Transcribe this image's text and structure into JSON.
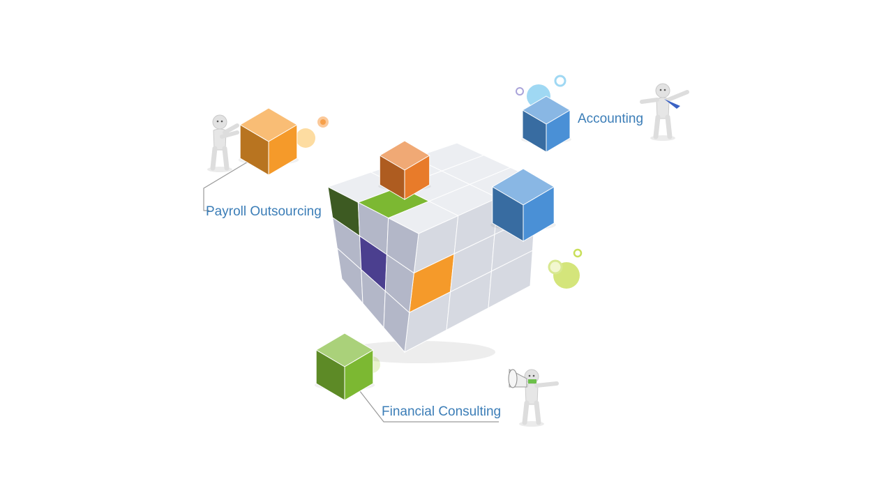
{
  "labels": {
    "payroll": "Payroll Outsourcing",
    "accounting": "Accounting",
    "financial": "Financial Consulting"
  },
  "colors": {
    "label": "#3b7db7",
    "orange": "#f59a2a",
    "blue": "#4a90d6",
    "green": "#7cb832",
    "purple": "#4b3f8f",
    "grey": "#e4e6ea"
  }
}
